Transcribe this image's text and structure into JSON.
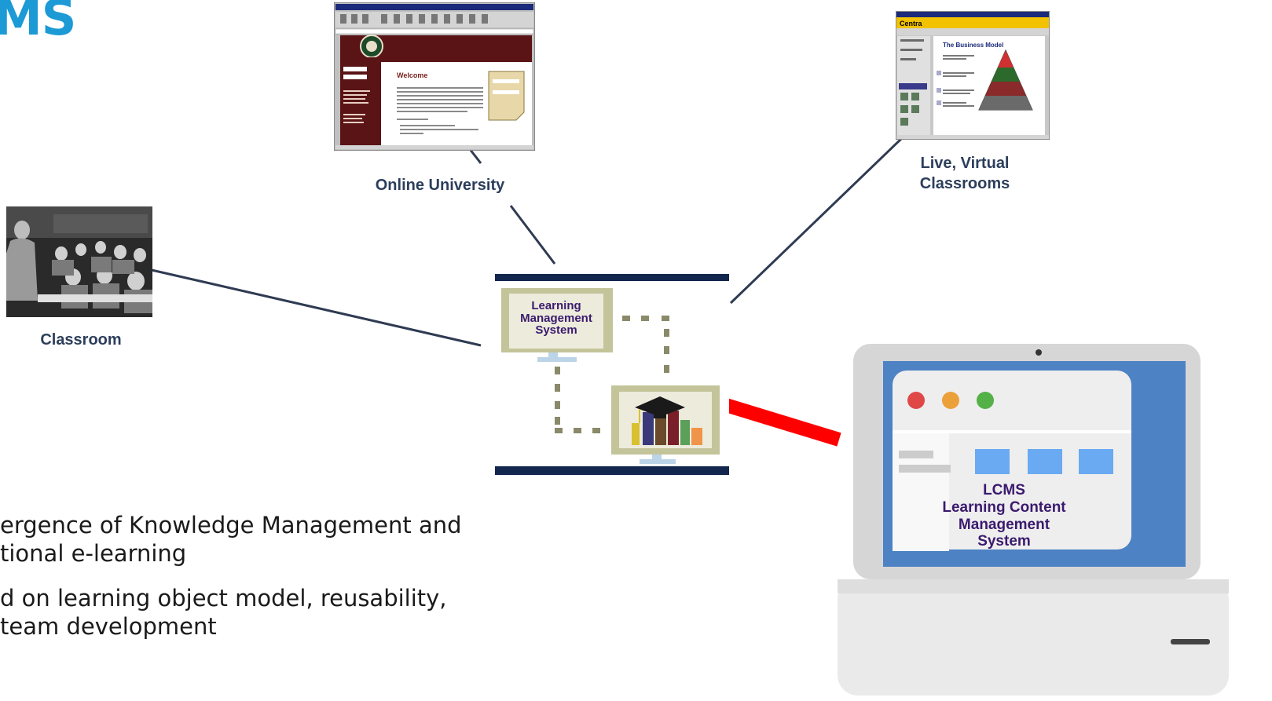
{
  "slide": {
    "title": "MS",
    "bullets": [
      {
        "line1": "ergence of Knowledge Management and",
        "line2": "tional e-learning"
      },
      {
        "line1": "d on learning object model, reusability,",
        "line2": "team development"
      }
    ]
  },
  "nodes": {
    "classroom": "Classroom",
    "online_university": "Online University",
    "live_virtual": {
      "line1": "Live, Virtual",
      "line2": "Classrooms"
    },
    "lms": {
      "line1": "Learning",
      "line2": "Management",
      "line3": "System"
    },
    "lcms": {
      "line1": "LCMS",
      "line2": "Learning Content",
      "line3": "Management",
      "line4": "System"
    }
  },
  "online_university_screenshot": {
    "heading": "Welcome"
  },
  "virtual_classroom_screenshot": {
    "app_name": "Centra",
    "heading": "The Business Model"
  },
  "colors": {
    "title": "#1b9ad6",
    "connector": "#2f3b52",
    "lcms_connector": "#ff0000",
    "lms_frame": "#13264e",
    "laptop_screen": "#4d82c4"
  }
}
